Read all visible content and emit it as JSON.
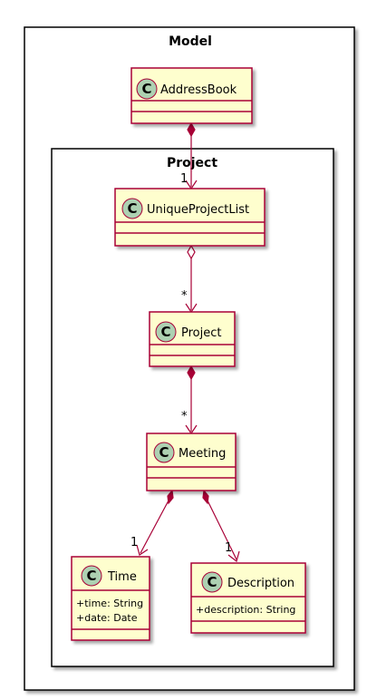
{
  "packages": {
    "outer": {
      "title": "Model"
    },
    "inner": {
      "title": "Project"
    }
  },
  "classes": {
    "address_book": {
      "name": "AddressBook",
      "stereotype": "C",
      "attributes": []
    },
    "unique_project_list": {
      "name": "UniqueProjectList",
      "stereotype": "C",
      "attributes": []
    },
    "project": {
      "name": "Project",
      "stereotype": "C",
      "attributes": []
    },
    "meeting": {
      "name": "Meeting",
      "stereotype": "C",
      "attributes": []
    },
    "time": {
      "name": "Time",
      "stereotype": "C",
      "attributes": [
        "+time: String",
        "+date: Date"
      ]
    },
    "description": {
      "name": "Description",
      "stereotype": "C",
      "attributes": [
        "+description: String"
      ]
    }
  },
  "relations": {
    "addressbook_to_list": {
      "type": "composition",
      "target_multiplicity": "1"
    },
    "list_to_project": {
      "type": "aggregation",
      "target_multiplicity": "*"
    },
    "project_to_meeting": {
      "type": "composition",
      "target_multiplicity": "*"
    },
    "meeting_to_time": {
      "type": "composition",
      "target_multiplicity": "1"
    },
    "meeting_to_description": {
      "type": "composition",
      "target_multiplicity": "1"
    }
  },
  "colors": {
    "class_fill": "#FEFECE",
    "class_border": "#A80036",
    "circle_fill": "#ADD1B2",
    "line": "#A80036",
    "package_border": "#000000"
  }
}
